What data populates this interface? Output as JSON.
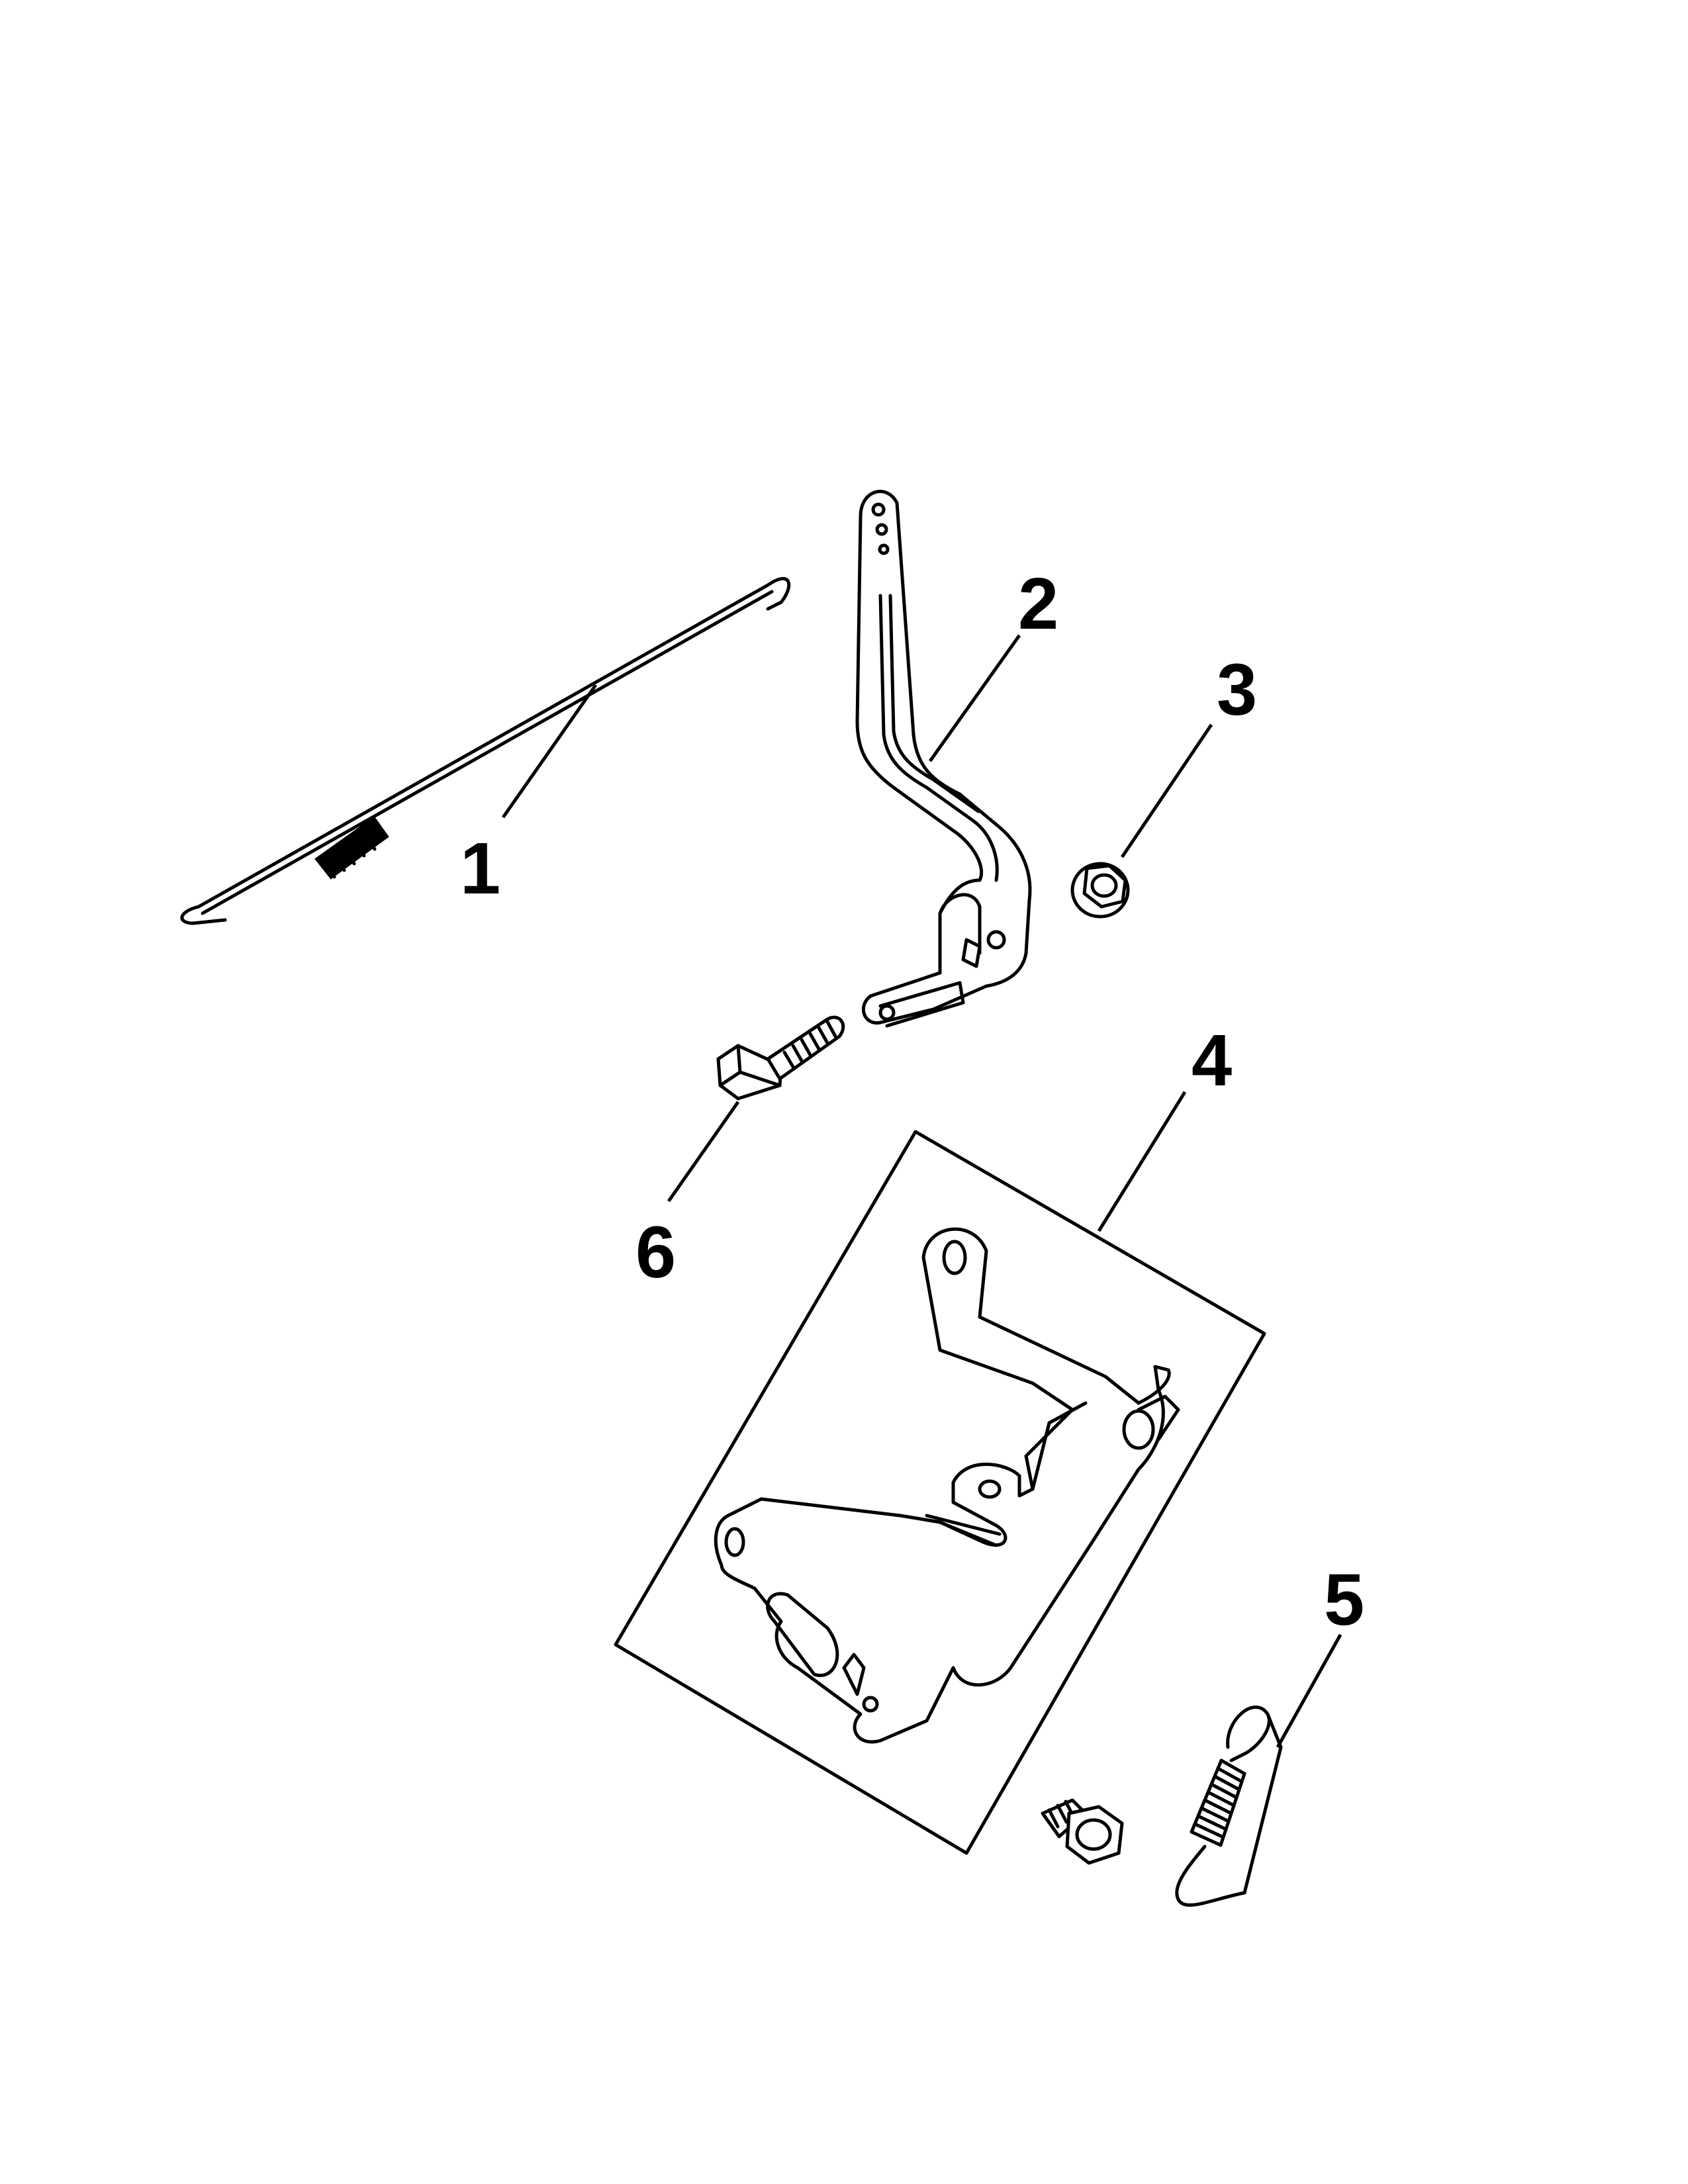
{
  "callouts": {
    "c1": "1",
    "c2": "2",
    "c3": "3",
    "c4": "4",
    "c5": "5",
    "c6": "6"
  },
  "parts": [
    {
      "callout": "1",
      "icon": "governor-link-rod-with-spring-icon"
    },
    {
      "callout": "2",
      "icon": "control-lever-icon"
    },
    {
      "callout": "3",
      "icon": "flange-nut-icon"
    },
    {
      "callout": "4",
      "icon": "control-bracket-icon"
    },
    {
      "callout": "5",
      "icon": "extension-spring-icon"
    },
    {
      "callout": "6",
      "icon": "carriage-bolt-icon"
    }
  ],
  "colors": {
    "line": "#000000",
    "background": "#ffffff"
  }
}
